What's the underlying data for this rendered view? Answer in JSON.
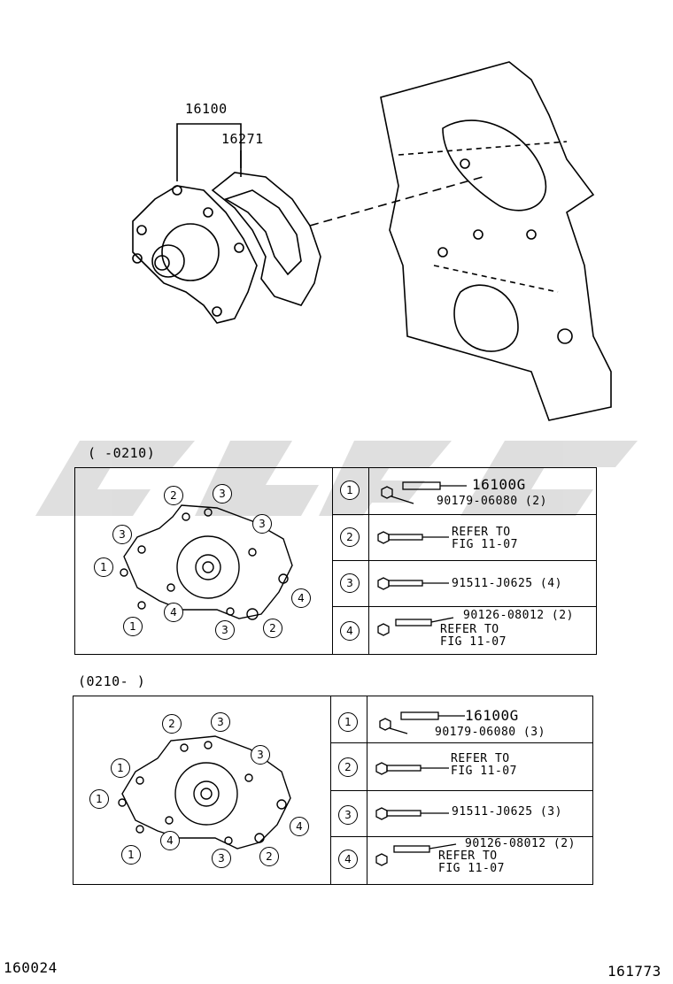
{
  "top_labels": {
    "part_a": "16100",
    "part_b": "16271"
  },
  "section1": {
    "header": "(      -0210)",
    "callouts": [
      "2",
      "3",
      "3",
      "3",
      "1",
      "4",
      "1",
      "4",
      "3",
      "2"
    ],
    "rows": [
      {
        "num": "1",
        "lines": [
          "16100G",
          "90179-06080 (2)"
        ]
      },
      {
        "num": "2",
        "lines": [
          "REFER TO",
          "FIG 11-07"
        ]
      },
      {
        "num": "3",
        "lines": [
          "91511-J0625 (4)"
        ]
      },
      {
        "num": "4",
        "lines": [
          "90126-08012 (2)",
          "REFER TO",
          "FIG 11-07"
        ]
      }
    ]
  },
  "section2": {
    "header": "(0210-      )",
    "callouts": [
      "2",
      "3",
      "3",
      "1",
      "1",
      "4",
      "1",
      "4",
      "3",
      "2"
    ],
    "rows": [
      {
        "num": "1",
        "lines": [
          "16100G",
          "90179-06080 (3)"
        ]
      },
      {
        "num": "2",
        "lines": [
          "REFER TO",
          "FIG 11-07"
        ]
      },
      {
        "num": "3",
        "lines": [
          "91511-J0625 (3)"
        ]
      },
      {
        "num": "4",
        "lines": [
          "90126-08012 (2)",
          "REFER TO",
          "FIG 11-07"
        ]
      }
    ]
  },
  "footer": {
    "left": "160024",
    "right": "161773"
  },
  "colors": {
    "line": "#000000",
    "watermark": "#d9d9d9"
  }
}
